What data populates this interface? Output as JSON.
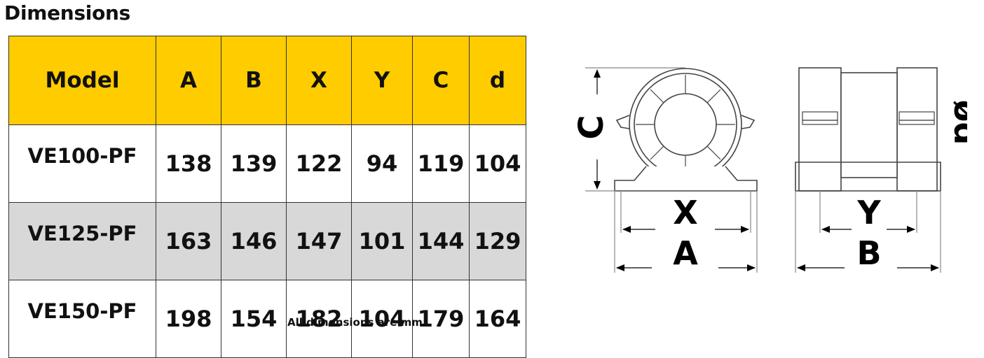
{
  "title": "Dimensions",
  "table": {
    "headers": [
      "Model",
      "A",
      "B",
      "X",
      "Y",
      "C",
      "d"
    ],
    "rows": [
      [
        "VE100-PF",
        "138",
        "139",
        "122",
        "94",
        "119",
        "104"
      ],
      [
        "VE125-PF",
        "163",
        "146",
        "147",
        "101",
        "144",
        "129"
      ],
      [
        "VE150-PF",
        "198",
        "154",
        "182",
        "104",
        "179",
        "164"
      ]
    ],
    "shaded_row_index": 1,
    "header_color": "#ffcc00",
    "shade_color": "#d8d8d8"
  },
  "note": "All dimensions are mm.",
  "drawing": {
    "labels": {
      "C": "C",
      "X": "X",
      "A": "A",
      "Y": "Y",
      "B": "B",
      "d": "ød"
    }
  }
}
